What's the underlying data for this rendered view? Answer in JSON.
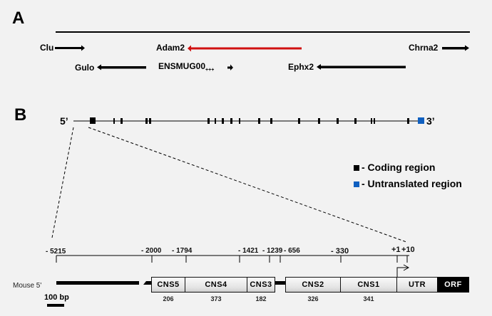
{
  "panel_a": {
    "label": "A",
    "genes": [
      {
        "name": "Clu",
        "strand": "+"
      },
      {
        "name": "Adam2",
        "strand": "-",
        "highlight_color": "#d01010"
      },
      {
        "name": "Chrna2",
        "strand": "+"
      },
      {
        "name": "Gulo",
        "strand": "-"
      },
      {
        "name": "ENSMUG00",
        "suffix": "+++",
        "strand": "+"
      },
      {
        "name": "Ephx2",
        "strand": "-"
      }
    ]
  },
  "panel_b": {
    "label": "B",
    "five_prime": "5’",
    "three_prime": "3’",
    "legend": [
      {
        "text": "- Coding region",
        "color": "#000000"
      },
      {
        "text": "- Untranslated region",
        "color": "#1060c0"
      }
    ],
    "positions": [
      "- 5215",
      "- 2000",
      "- 1794",
      "- 1421",
      "- 1239",
      "- 656",
      "- 330",
      "+1",
      "+10"
    ],
    "species_label": "Mouse 5'",
    "scale_label": "100 bp",
    "elements": [
      {
        "name": "CNS5",
        "length": "206"
      },
      {
        "name": "CNS4",
        "length": "373"
      },
      {
        "name": "CNS3",
        "length": "182"
      },
      {
        "name": "CNS2",
        "length": "326"
      },
      {
        "name": "CNS1",
        "length": "341"
      },
      {
        "name": "UTR",
        "length": ""
      },
      {
        "name": "ORF",
        "length": ""
      }
    ]
  }
}
